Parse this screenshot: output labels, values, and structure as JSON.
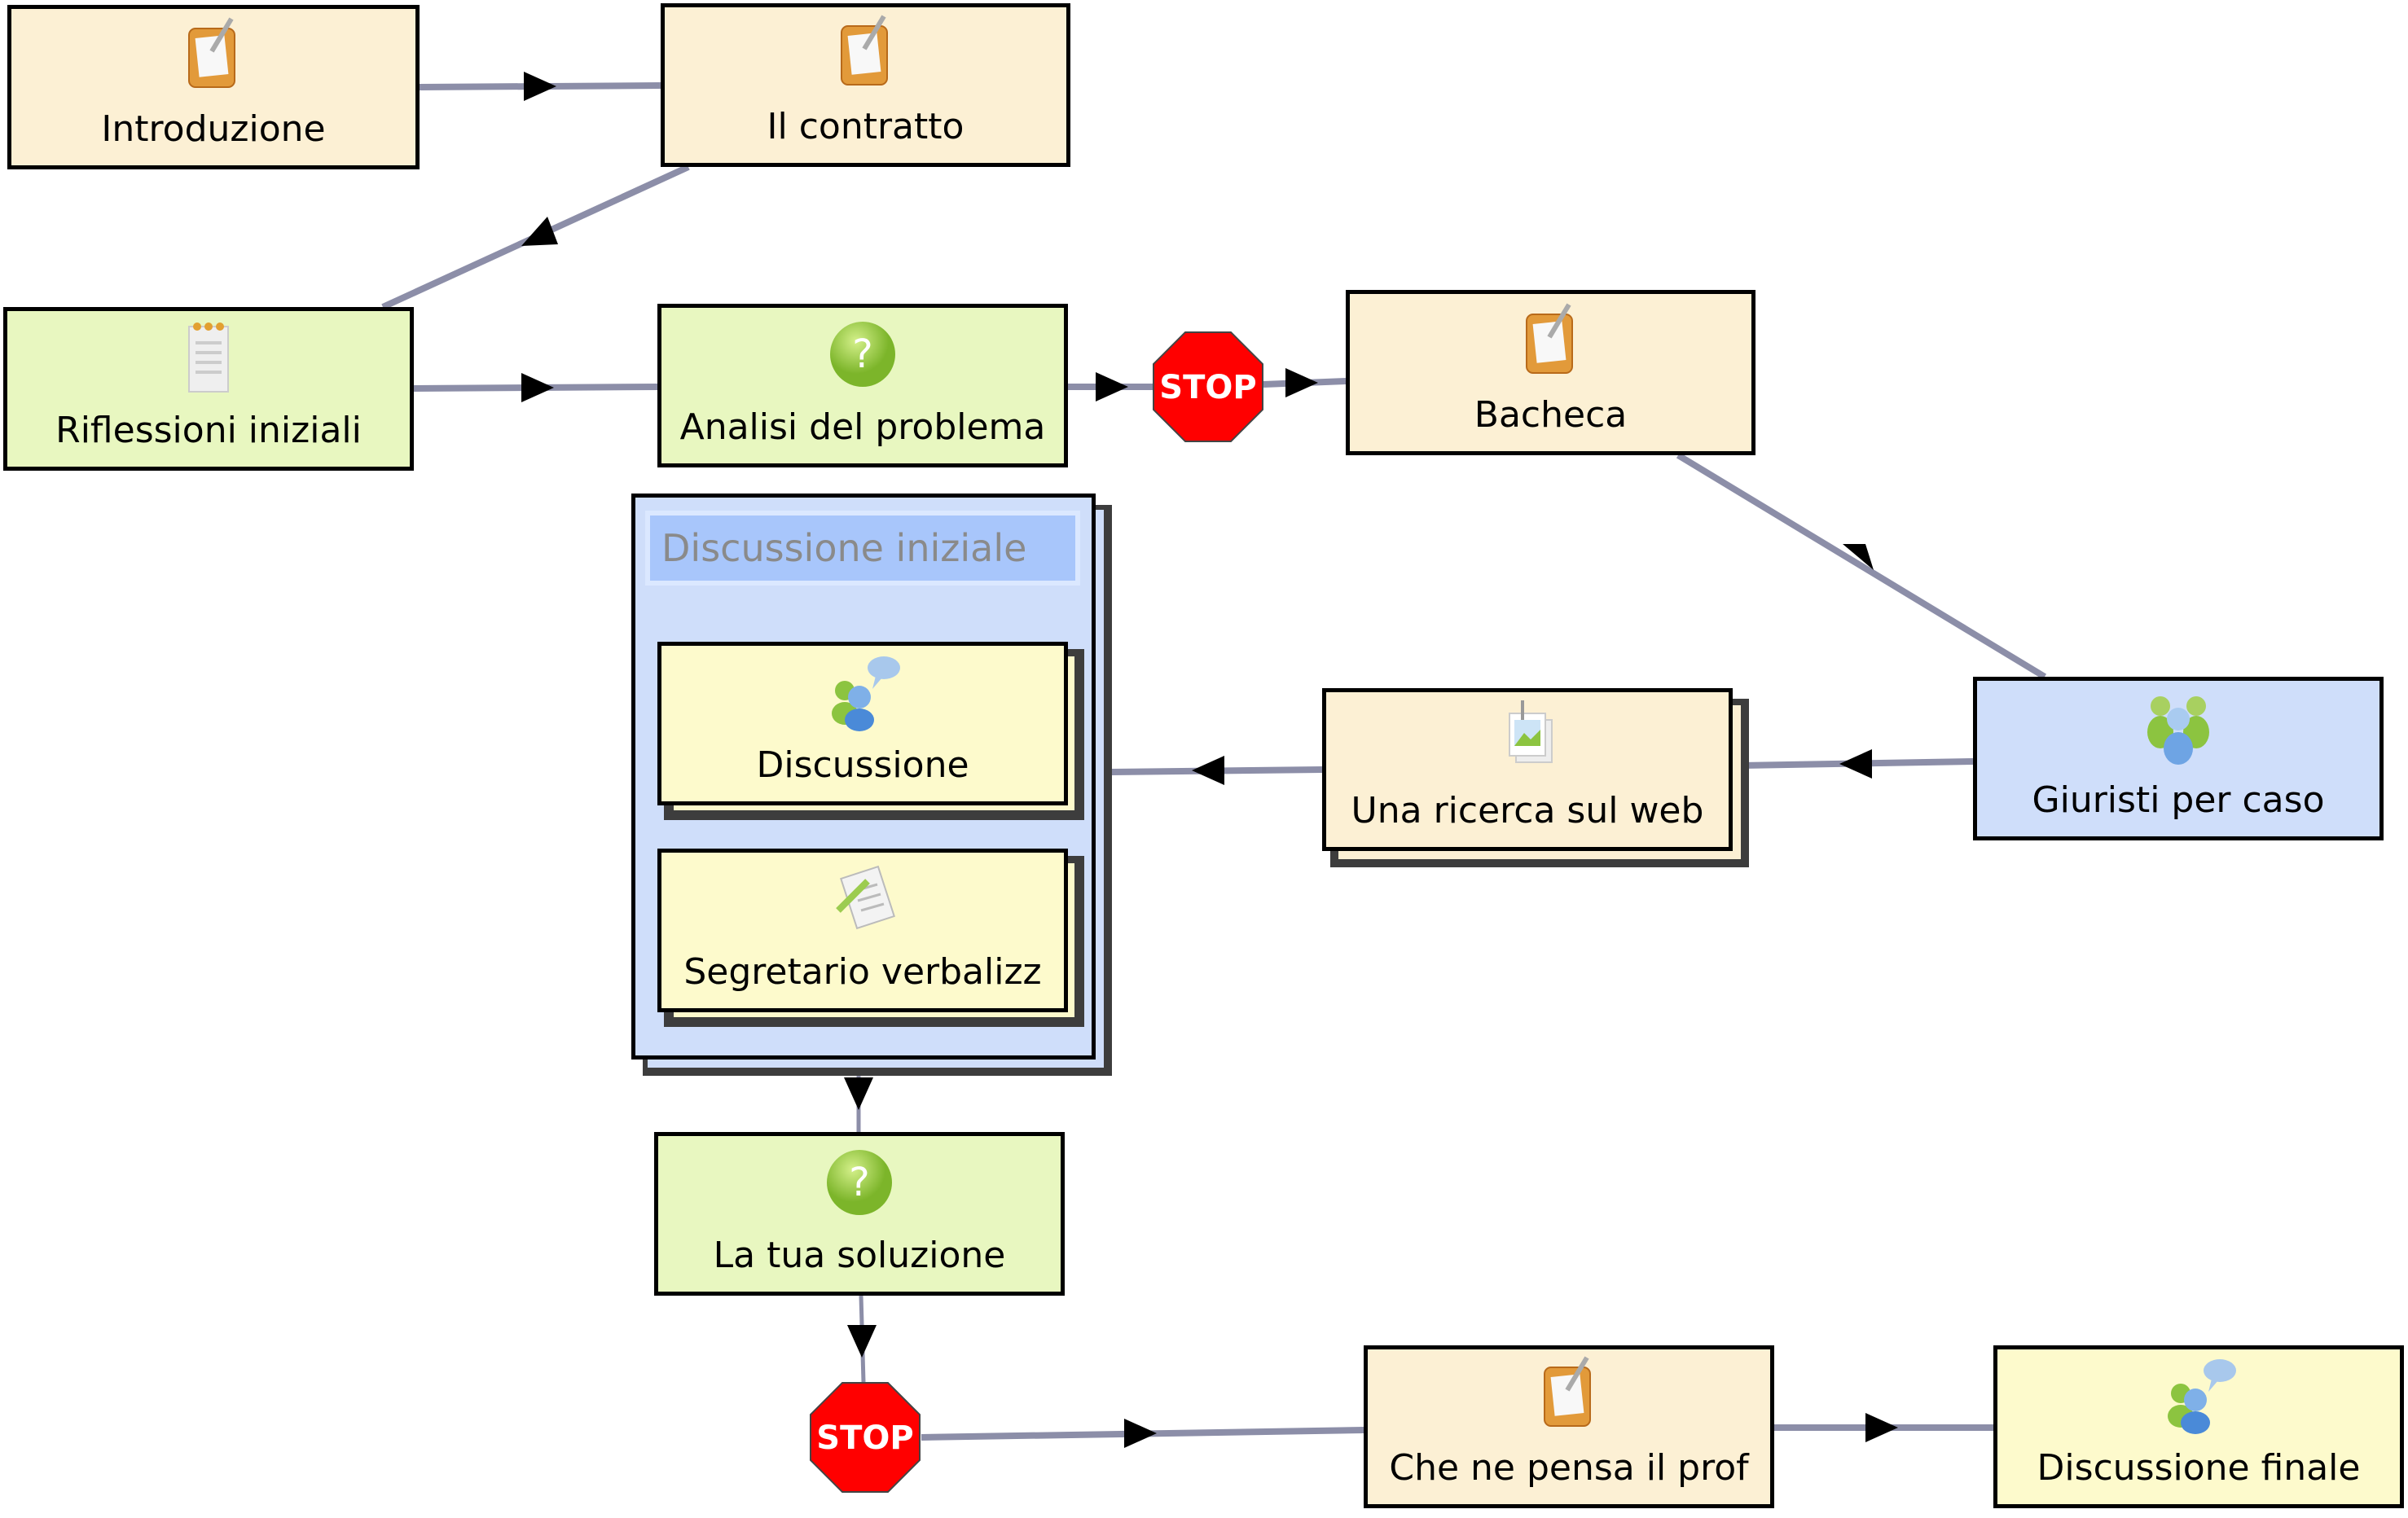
{
  "diagram": {
    "colors": {
      "edge": "#8c8ea8",
      "arrow": "#000000",
      "tan_node": "#fcf0d4",
      "green_node": "#e8f7c0",
      "blue_node": "#cfdefa",
      "yellow_node": "#fdfacc",
      "stop_red": "#ff0000",
      "group_title_bg": "#a8c6fb",
      "group_title_text": "#8a8a8a"
    },
    "nodes": {
      "introduzione": {
        "label": "Introduzione",
        "icon": "notice-board-icon"
      },
      "il_contratto": {
        "label": "Il contratto",
        "icon": "notice-board-icon"
      },
      "riflessioni_iniziali": {
        "label": "Riflessioni iniziali",
        "icon": "notebook-icon"
      },
      "analisi_del_problema": {
        "label": "Analisi del problema",
        "icon": "question-icon"
      },
      "bacheca": {
        "label": "Bacheca",
        "icon": "notice-board-icon"
      },
      "discussione": {
        "label": "Discussione",
        "icon": "forum-icon"
      },
      "segretario_verbalizz": {
        "label": "Segretario verbalizz",
        "icon": "document-pencil-icon"
      },
      "una_ricerca_sul_web": {
        "label": "Una ricerca sul web",
        "icon": "image-gallery-icon"
      },
      "giuristi_per_caso": {
        "label": "Giuristi per caso",
        "icon": "group-users-icon"
      },
      "la_tua_soluzione": {
        "label": "La tua soluzione",
        "icon": "question-icon"
      },
      "che_ne_pensa_il_prof": {
        "label": "Che ne pensa il prof",
        "icon": "notice-board-icon"
      },
      "discussione_finale": {
        "label": "Discussione finale",
        "icon": "forum-icon"
      }
    },
    "group": {
      "title": "Discussione iniziale",
      "children": [
        "Discussione",
        "Segretario verbalizz"
      ]
    },
    "stops": [
      {
        "label": "STOP"
      },
      {
        "label": "STOP"
      }
    ],
    "edges": [
      {
        "from": "Introduzione",
        "to": "Il contratto"
      },
      {
        "from": "Il contratto",
        "to": "Riflessioni iniziali"
      },
      {
        "from": "Riflessioni iniziali",
        "to": "Analisi del problema"
      },
      {
        "from": "Analisi del problema",
        "to": "STOP"
      },
      {
        "from": "STOP",
        "to": "Bacheca"
      },
      {
        "from": "Bacheca",
        "to": "Giuristi per caso"
      },
      {
        "from": "Giuristi per caso",
        "to": "Una ricerca sul web"
      },
      {
        "from": "Una ricerca sul web",
        "to": "Discussione iniziale"
      },
      {
        "from": "Discussione iniziale",
        "to": "La tua soluzione"
      },
      {
        "from": "La tua soluzione",
        "to": "STOP"
      },
      {
        "from": "STOP",
        "to": "Che ne pensa il prof"
      },
      {
        "from": "Che ne pensa il prof",
        "to": "Discussione finale"
      }
    ]
  }
}
